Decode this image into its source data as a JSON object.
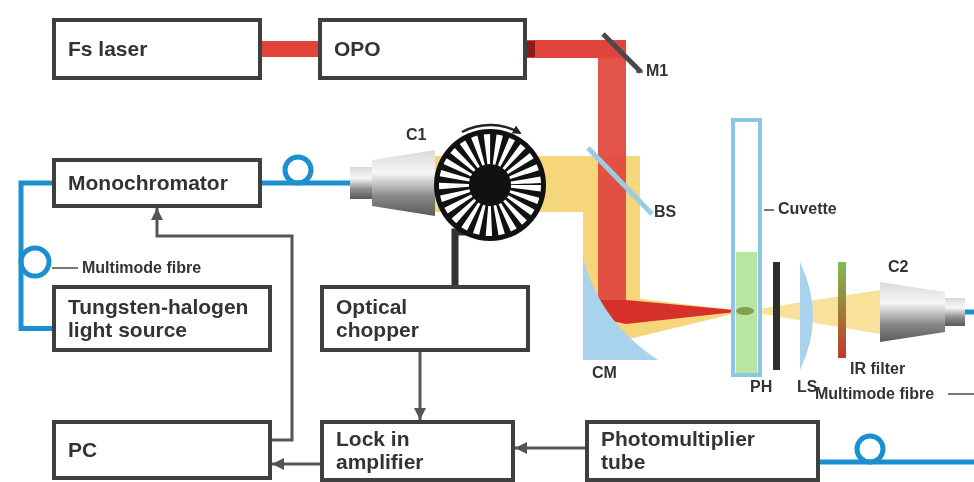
{
  "diagram": {
    "nodes": [
      {
        "text": [
          "Fs laser"
        ]
      },
      {
        "text": [
          "OPO"
        ]
      },
      {
        "text": [
          "Monochromator"
        ]
      },
      {
        "text": [
          "Tungsten-halogen light source"
        ]
      },
      {
        "text": [
          "Optical chopper"
        ]
      },
      {
        "text": [
          "PC"
        ]
      },
      {
        "text": [
          "Lock in amplifier"
        ]
      },
      {
        "text": [
          "Photomultiplier tube"
        ]
      }
    ],
    "edges": [
      {
        "from": 0,
        "to": 1,
        "arrow": "none"
      },
      {
        "from": 2,
        "to": 3,
        "arrow": "none"
      },
      {
        "from": 5,
        "to": 2,
        "arrow": "to"
      },
      {
        "from": 4,
        "to": 6,
        "arrow": "to"
      },
      {
        "from": 7,
        "to": 6,
        "arrow": "to"
      },
      {
        "from": 6,
        "to": 5,
        "arrow": "to"
      }
    ],
    "labels": [
      "M1",
      "C1",
      "BS",
      "Cuvette",
      "Multimode fibre",
      "CM",
      "PH",
      "LS",
      "IR filter",
      "C2",
      "Multimode fibre"
    ]
  }
}
